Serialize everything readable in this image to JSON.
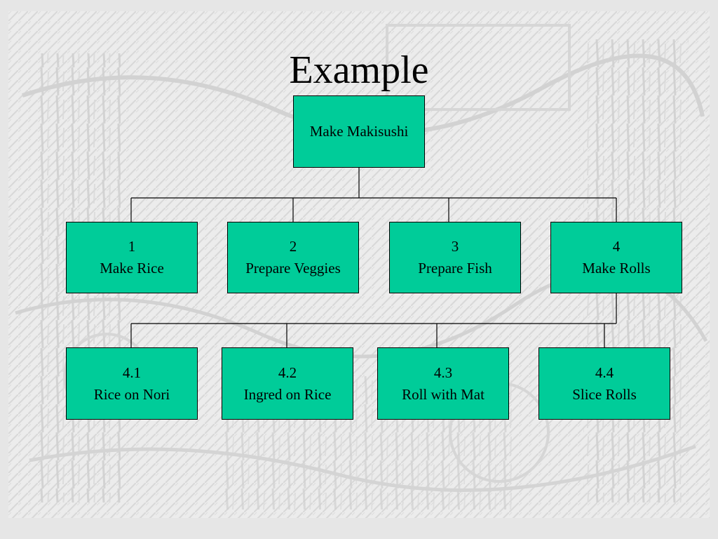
{
  "slide": {
    "title": "Example"
  },
  "colors": {
    "node_fill": "#00cc99",
    "node_border": "#000000",
    "background": "#e6e6e6",
    "pattern": "#d4d4d4"
  },
  "root": {
    "label": "Make Makisushi"
  },
  "level1": [
    {
      "number": "1",
      "label": "Make Rice"
    },
    {
      "number": "2",
      "label": "Prepare Veggies"
    },
    {
      "number": "3",
      "label": "Prepare Fish"
    },
    {
      "number": "4",
      "label": "Make Rolls"
    }
  ],
  "level2": [
    {
      "number": "4.1",
      "label": "Rice on Nori"
    },
    {
      "number": "4.2",
      "label": "Ingred on Rice"
    },
    {
      "number": "4.3",
      "label": "Roll with Mat"
    },
    {
      "number": "4.4",
      "label": "Slice Rolls"
    }
  ]
}
